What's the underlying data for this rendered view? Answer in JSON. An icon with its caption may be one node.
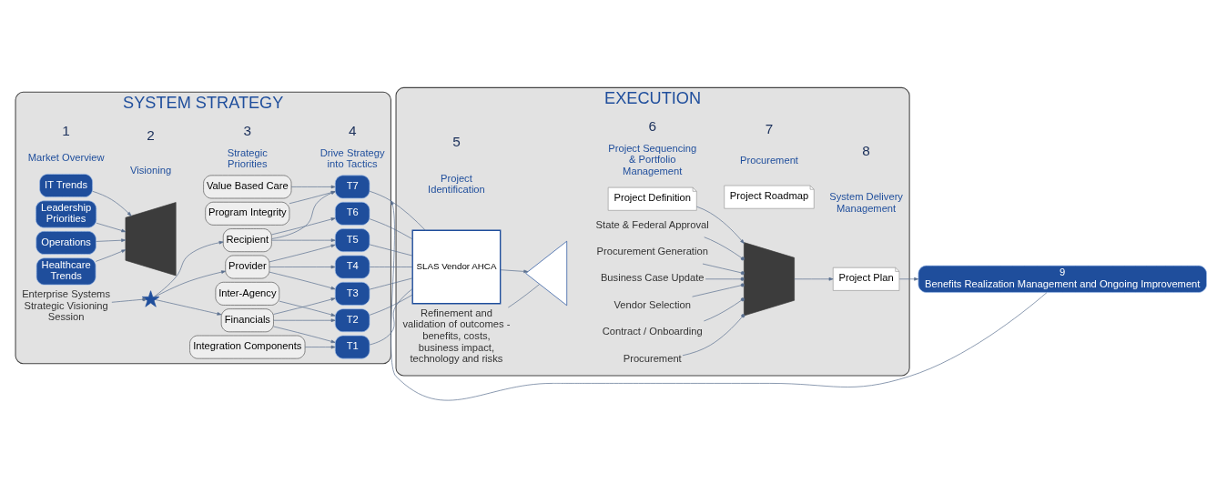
{
  "diagram": {
    "nodes": [
      {
        "text": [
          "SYSTEM STRATEGY"
        ]
      },
      {
        "text": [
          "Healthcare Trends"
        ],
        "in": 0
      },
      {
        "text": [
          "IT Trends"
        ],
        "in": 0
      },
      {
        "text": [
          "Leadership Priorities"
        ],
        "in": 0
      },
      {
        "text": [
          "Operations"
        ],
        "in": 0
      },
      {
        "text": [],
        "shape": "funnel",
        "in": 0
      },
      {
        "text": [
          "Enterprise Systems Strategic Visioning Session"
        ],
        "in": 0
      },
      {
        "text": [],
        "shape": "star",
        "in": 0
      },
      {
        "text": [
          "Integration Components"
        ],
        "in": 0
      },
      {
        "text": [
          "Inter-Agency"
        ],
        "in": 0
      },
      {
        "text": [
          "Financials"
        ],
        "in": 0
      },
      {
        "text": [
          "Provider"
        ],
        "in": 0
      },
      {
        "text": [
          "Recipient"
        ],
        "in": 0
      },
      {
        "text": [
          "Program Integrity"
        ],
        "in": 0
      },
      {
        "text": [
          "Value Based Care"
        ],
        "in": 0
      },
      {
        "text": [
          "T1"
        ],
        "in": 0
      },
      {
        "text": [
          "T2"
        ],
        "in": 0
      },
      {
        "text": [
          "T3"
        ],
        "in": 0
      },
      {
        "text": [
          "T4"
        ],
        "in": 0
      },
      {
        "text": [
          "T5"
        ],
        "in": 0
      },
      {
        "text": [
          "T6"
        ],
        "in": 0
      },
      {
        "text": [
          "T7"
        ],
        "in": 0
      },
      {
        "text": [
          "EXECUTION"
        ]
      },
      {
        "text": [
          "SLAS Vendor AHCA"
        ],
        "in": 22
      },
      {
        "text": [],
        "shape": "cone",
        "in": 22
      },
      {
        "text": [
          "Refinement and validation of outcomes - benefits, costs, business impact, technology and risks"
        ],
        "in": 22
      },
      {
        "text": [
          "Project Definition"
        ],
        "in": 22
      },
      {
        "text": [
          "Project Roadmap"
        ],
        "in": 22
      },
      {
        "text": [],
        "shape": "funnel",
        "in": 22
      },
      {
        "text": [
          "Business Case Update"
        ],
        "in": 22
      },
      {
        "text": [
          "Procurement Generation"
        ],
        "in": 22
      },
      {
        "text": [
          "State & Federal Approval"
        ],
        "in": 22
      },
      {
        "text": [
          "Procurement"
        ],
        "in": 22
      },
      {
        "text": [
          "Contract / Onboarding"
        ],
        "in": 22
      },
      {
        "text": [
          "Vendor Selection"
        ],
        "in": 22
      },
      {
        "text": [
          "Project Plan"
        ],
        "in": 22
      },
      {
        "text": [
          "9",
          "Benefits Realization Management and Ongoing Improvement"
        ]
      }
    ],
    "edges": [
      {
        "from": 1,
        "to": 5,
        "arrow": "to"
      },
      {
        "from": 2,
        "to": 5,
        "arrow": "to"
      },
      {
        "from": 3,
        "to": 5,
        "arrow": "to"
      },
      {
        "from": 4,
        "to": 5,
        "arrow": "to"
      },
      {
        "from": 6,
        "to": 7,
        "arrow": "other"
      },
      {
        "from": 7,
        "to": 10,
        "arrow": "to"
      },
      {
        "from": 7,
        "to": 11,
        "arrow": "to"
      },
      {
        "from": 7,
        "to": 12,
        "arrow": "to"
      },
      {
        "from": 8,
        "to": 15,
        "arrow": "to"
      },
      {
        "from": 9,
        "to": 16,
        "arrow": "to"
      },
      {
        "from": 10,
        "to": 15,
        "arrow": "to"
      },
      {
        "from": 10,
        "to": 16,
        "arrow": "to"
      },
      {
        "from": 10,
        "to": 17,
        "arrow": "to"
      },
      {
        "from": 11,
        "to": 17,
        "arrow": "to"
      },
      {
        "from": 11,
        "to": 18,
        "arrow": "to"
      },
      {
        "from": 11,
        "to": 19,
        "arrow": "to"
      },
      {
        "from": 12,
        "to": 19,
        "arrow": "to"
      },
      {
        "from": 12,
        "to": 20,
        "arrow": "to"
      },
      {
        "from": 12,
        "to": 21,
        "arrow": "to"
      },
      {
        "from": 13,
        "to": 21,
        "arrow": "to"
      },
      {
        "from": 14,
        "to": 21,
        "arrow": "to"
      },
      {
        "from": 15,
        "to": 23,
        "arrow": "none"
      },
      {
        "from": 16,
        "to": 23,
        "arrow": "none"
      },
      {
        "from": 17,
        "to": 23,
        "arrow": "none"
      },
      {
        "from": 18,
        "to": 23,
        "arrow": "none"
      },
      {
        "from": 19,
        "to": 23,
        "arrow": "none"
      },
      {
        "from": 20,
        "to": 23,
        "arrow": "none"
      },
      {
        "from": 21,
        "to": 23,
        "arrow": "none"
      },
      {
        "from": 23,
        "to": 24,
        "arrow": "to"
      },
      {
        "from": 25,
        "to": 24,
        "arrow": "none"
      },
      {
        "from": 26,
        "to": 28,
        "arrow": "to"
      },
      {
        "from": 29,
        "to": 28,
        "arrow": "other"
      },
      {
        "from": 30,
        "to": 28,
        "arrow": "other"
      },
      {
        "from": 31,
        "to": 28,
        "arrow": "other"
      },
      {
        "from": 32,
        "to": 28,
        "arrow": "other"
      },
      {
        "from": 33,
        "to": 28,
        "arrow": "other"
      },
      {
        "from": 34,
        "to": 28,
        "arrow": "other"
      },
      {
        "from": 28,
        "to": 35,
        "arrow": "to"
      },
      {
        "from": 35,
        "to": 36,
        "arrow": "to"
      },
      {
        "from": 36,
        "to": 0,
        "arrow": "to"
      }
    ],
    "labels": [
      "1",
      "Market Overview",
      "2",
      "Visioning",
      "3",
      "Strategic Priorities",
      "4",
      "Drive Strategy into Tactics",
      "5",
      "Project Identification",
      "6",
      "Project Sequencing & Portfolio Management",
      "7",
      "Procurement",
      "8",
      "System Delivery Management"
    ]
  }
}
